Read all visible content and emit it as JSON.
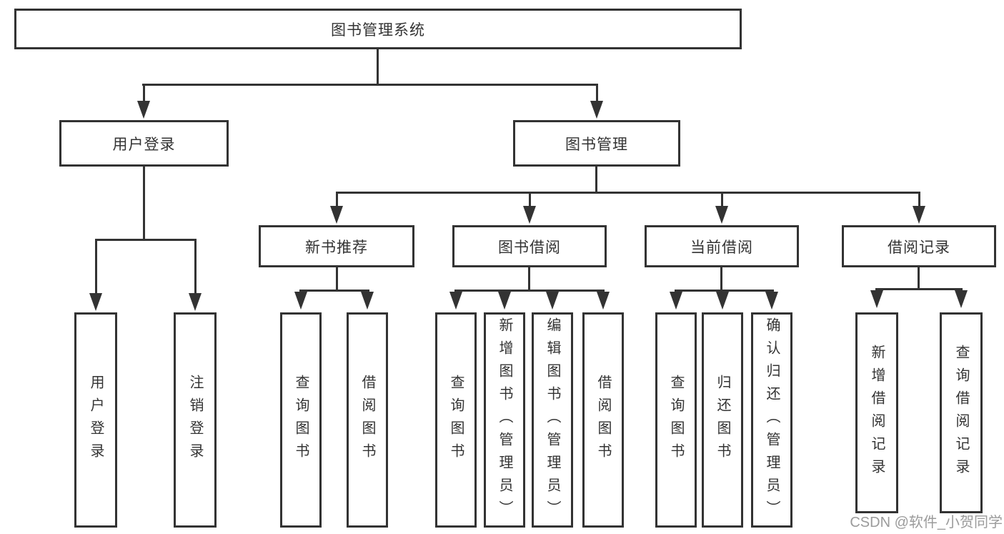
{
  "tree": {
    "root": "图书管理系统",
    "children": [
      {
        "label": "用户登录",
        "children": [
          {
            "label": "用户登录"
          },
          {
            "label": "注销登录"
          }
        ]
      },
      {
        "label": "图书管理",
        "children": [
          {
            "label": "新书推荐",
            "children": [
              {
                "label": "查询图书"
              },
              {
                "label": "借阅图书"
              }
            ]
          },
          {
            "label": "图书借阅",
            "children": [
              {
                "label": "查询图书"
              },
              {
                "label": "新增图书（管理员）"
              },
              {
                "label": "编辑图书（管理员）"
              },
              {
                "label": "借阅图书"
              }
            ]
          },
          {
            "label": "当前借阅",
            "children": [
              {
                "label": "查询图书"
              },
              {
                "label": "归还图书"
              },
              {
                "label": "确认归还（管理员）"
              }
            ]
          },
          {
            "label": "借阅记录",
            "children": [
              {
                "label": "新增借阅记录"
              },
              {
                "label": "查询借阅记录"
              }
            ]
          }
        ]
      }
    ]
  },
  "watermark": "CSDN @软件_小贺同学",
  "colors": {
    "line": "#333333",
    "text": "#333333",
    "node_fill": "#ffffff",
    "watermark_text": "#9b9b9b",
    "background": "#ffffff"
  }
}
